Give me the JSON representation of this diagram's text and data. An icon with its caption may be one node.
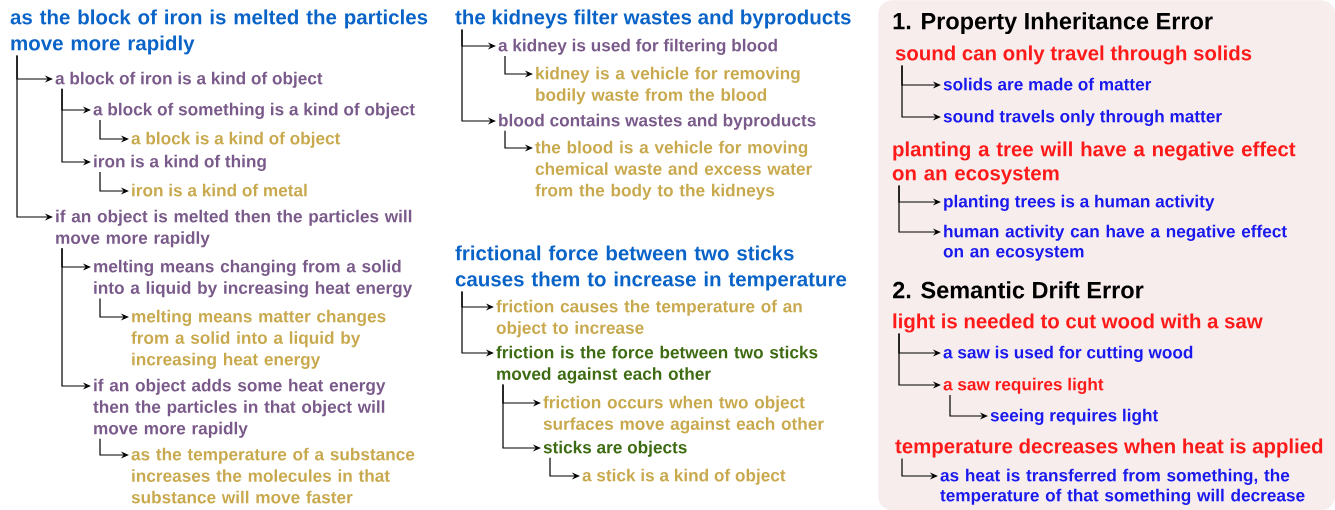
{
  "diagram": {
    "nodes": [
      {
        "text": [
          "as the block of iron is melted the particles move more rapidly"
        ]
      },
      {
        "text": [
          "a block of iron is a kind of object"
        ]
      },
      {
        "text": [
          "a block of something is a kind of object"
        ]
      },
      {
        "text": [
          "a block is a kind of object"
        ]
      },
      {
        "text": [
          "iron is a kind of thing"
        ]
      },
      {
        "text": [
          "iron is a kind of metal"
        ]
      },
      {
        "text": [
          "if an object is melted then the particles will move more rapidly"
        ]
      },
      {
        "text": [
          "melting means changing from a solid into a liquid by increasing heat energy"
        ]
      },
      {
        "text": [
          "melting means matter changes from a solid into a liquid by increasing heat energy"
        ]
      },
      {
        "text": [
          "if an object adds some heat energy then the particles in that object will move more rapidly"
        ]
      },
      {
        "text": [
          "as the temperature of a substance increases the molecules in that substance will move faster"
        ]
      },
      {
        "text": [
          "the kidneys filter wastes and byproducts"
        ]
      },
      {
        "text": [
          "a kidney is used for filtering blood"
        ]
      },
      {
        "text": [
          "kidney is a vehicle for removing bodily waste from the blood"
        ]
      },
      {
        "text": [
          "blood contains wastes and byproducts"
        ]
      },
      {
        "text": [
          "the blood is a vehicle for moving chemical waste and excess water from the body to the kidneys"
        ]
      },
      {
        "text": [
          "frictional force between two sticks causes them to increase in temperature"
        ]
      },
      {
        "text": [
          "friction causes the temperature of an object to increase"
        ]
      },
      {
        "text": [
          "friction is the force between two sticks moved against each other"
        ]
      },
      {
        "text": [
          "friction occurs when two object surfaces move against each other"
        ]
      },
      {
        "text": [
          "sticks are objects"
        ]
      },
      {
        "text": [
          "a stick is a kind of object"
        ]
      },
      {
        "text": [
          "1. Property Inheritance Error",
          "2. Semantic Drift Error"
        ]
      },
      {
        "text": [
          "sound can only travel through solids"
        ],
        "in": 22
      },
      {
        "text": [
          "solids are made of matter"
        ],
        "in": 22
      },
      {
        "text": [
          "sound travels only through matter"
        ],
        "in": 22
      },
      {
        "text": [
          "planting a tree will have a negative effect on an ecosystem"
        ],
        "in": 22
      },
      {
        "text": [
          "planting trees is a human activity"
        ],
        "in": 22
      },
      {
        "text": [
          "human activity can have a negative effect on an ecosystem"
        ],
        "in": 22
      },
      {
        "text": [
          "light is needed to cut wood with a saw"
        ],
        "in": 22
      },
      {
        "text": [
          "a saw is used for cutting wood"
        ],
        "in": 22
      },
      {
        "text": [
          "a saw requires light"
        ],
        "in": 22
      },
      {
        "text": [
          "seeing requires light"
        ],
        "in": 22
      },
      {
        "text": [
          "temperature decreases when heat is applied"
        ],
        "in": 22
      },
      {
        "text": [
          "as heat is transferred from something, the temperature of that something will decrease"
        ],
        "in": 22
      }
    ],
    "edges": [
      {
        "from": 0,
        "to": 1,
        "arrow": "to"
      },
      {
        "from": 0,
        "to": 6,
        "arrow": "to"
      },
      {
        "from": 1,
        "to": 2,
        "arrow": "to"
      },
      {
        "from": 1,
        "to": 4,
        "arrow": "to"
      },
      {
        "from": 2,
        "to": 3,
        "arrow": "to"
      },
      {
        "from": 4,
        "to": 5,
        "arrow": "to"
      },
      {
        "from": 6,
        "to": 7,
        "arrow": "to"
      },
      {
        "from": 6,
        "to": 9,
        "arrow": "to"
      },
      {
        "from": 7,
        "to": 8,
        "arrow": "to"
      },
      {
        "from": 9,
        "to": 10,
        "arrow": "to"
      },
      {
        "from": 11,
        "to": 12,
        "arrow": "to"
      },
      {
        "from": 11,
        "to": 14,
        "arrow": "to"
      },
      {
        "from": 12,
        "to": 13,
        "arrow": "to"
      },
      {
        "from": 14,
        "to": 15,
        "arrow": "to"
      },
      {
        "from": 16,
        "to": 17,
        "arrow": "to"
      },
      {
        "from": 16,
        "to": 18,
        "arrow": "to"
      },
      {
        "from": 18,
        "to": 19,
        "arrow": "to"
      },
      {
        "from": 18,
        "to": 20,
        "arrow": "to"
      },
      {
        "from": 20,
        "to": 21,
        "arrow": "to"
      },
      {
        "from": 23,
        "to": 24,
        "arrow": "to"
      },
      {
        "from": 23,
        "to": 25,
        "arrow": "to"
      },
      {
        "from": 26,
        "to": 27,
        "arrow": "to"
      },
      {
        "from": 26,
        "to": 28,
        "arrow": "to"
      },
      {
        "from": 29,
        "to": 30,
        "arrow": "to"
      },
      {
        "from": 29,
        "to": 31,
        "arrow": "to"
      },
      {
        "from": 31,
        "to": 32,
        "arrow": "to"
      },
      {
        "from": 33,
        "to": 34,
        "arrow": "to"
      }
    ]
  }
}
